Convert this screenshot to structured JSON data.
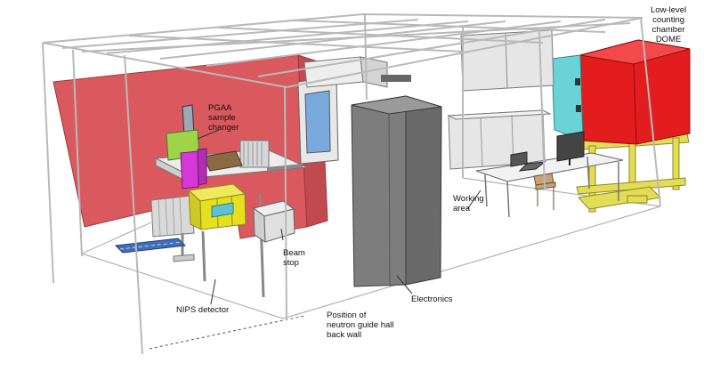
{
  "labels": {
    "dome": [
      "Low-level",
      "counting",
      "chamber",
      "DOME"
    ],
    "pgaa": [
      "PGAA",
      "sample",
      "changer"
    ],
    "working": [
      "Working",
      "area"
    ],
    "beam_stop": [
      "Beam",
      "stop"
    ],
    "electronics": [
      "Electronics"
    ],
    "nips": [
      "NIPS detector"
    ],
    "wall": [
      "Position of",
      "neutron guide hall",
      "back wall"
    ]
  },
  "colors": {
    "red_wall": "#d9595e",
    "dome_red": "#e31d1d",
    "cabinet_gray": "#7d7d7d",
    "nips_yellow": "#e6e11e",
    "sample_green": "#9fd44a",
    "sample_magenta": "#d637d6",
    "teal_panel": "#69d3d6",
    "support_yellow": "#e3dc56",
    "blue_rail": "#3f6fb8",
    "frame": "#b9b9b9"
  }
}
